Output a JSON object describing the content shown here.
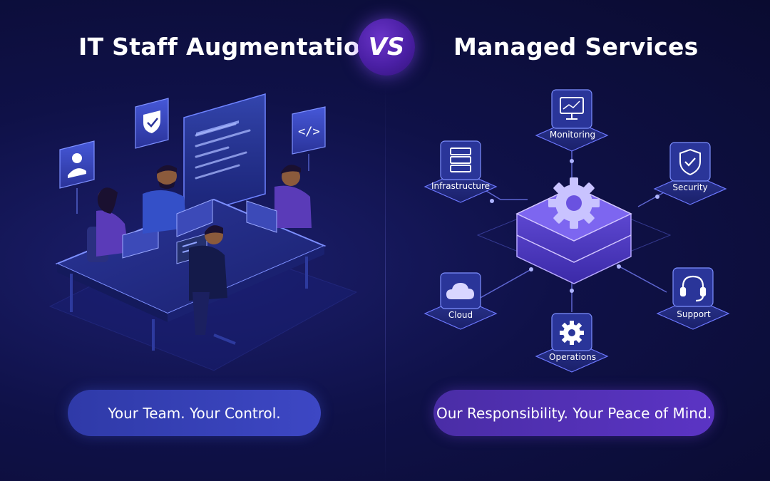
{
  "left": {
    "title": "IT Staff Augmentation",
    "tagline": "Your Team. Your Control."
  },
  "vs": "VS",
  "right": {
    "title": "Managed Services",
    "tagline": "Our Responsibility. Your Peace of Mind.",
    "nodes": {
      "monitoring": "Monitoring",
      "infrastructure": "Infrastructure",
      "security": "Security",
      "cloud": "Cloud",
      "operations": "Operations",
      "support": "Support"
    }
  },
  "colors": {
    "background": "#0f1148",
    "accent_blue": "#3d47c4",
    "accent_purple": "#5b34c4",
    "glow": "#8a7bff"
  },
  "icons": [
    "user-icon",
    "shield-check-icon",
    "code-icon",
    "monitor-icon",
    "server-icon",
    "cloud-icon",
    "gear-icon",
    "headset-icon"
  ]
}
